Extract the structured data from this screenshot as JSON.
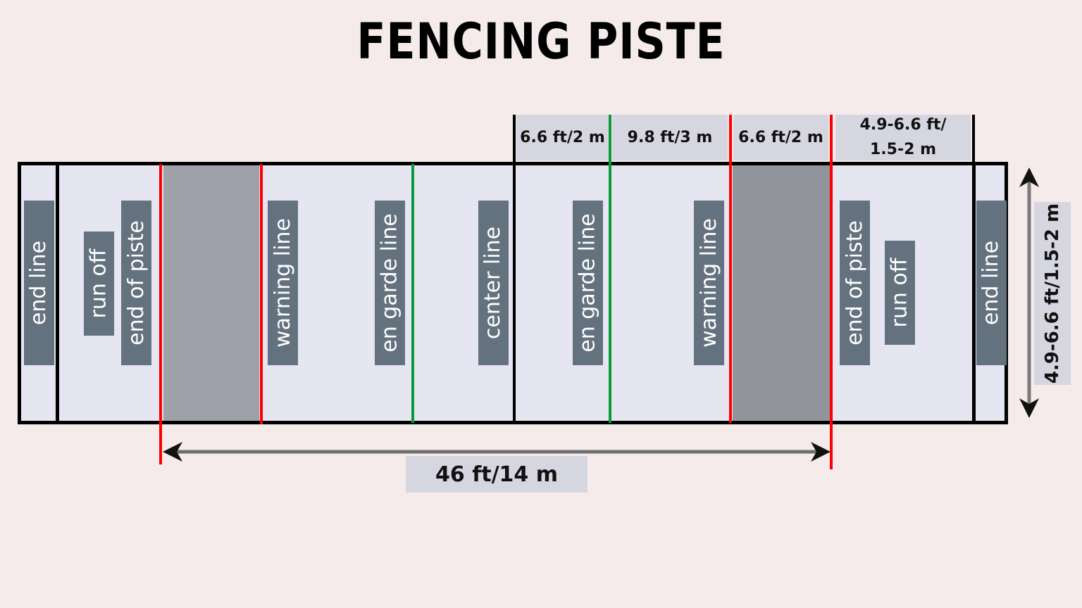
{
  "title": "FENCING PISTE",
  "colors": {
    "background": "#f5ebea",
    "piste_surface": "#e6e6f3",
    "warning_zone": "#9ea1a9",
    "label_box": "#64727f",
    "dimension_box": "#d6d6e1",
    "red_line": "#ff0000",
    "green_line": "#0a9a3a",
    "black_line": "#000000"
  },
  "piste": {
    "labels": [
      {
        "id": "end-line-left",
        "text": "end line"
      },
      {
        "id": "run-off-left",
        "text": "run off"
      },
      {
        "id": "end-of-piste-left",
        "text": "end of piste"
      },
      {
        "id": "warning-line-left",
        "text": "warning line"
      },
      {
        "id": "en-garde-line-left",
        "text": "en garde line"
      },
      {
        "id": "center-line",
        "text": "center line"
      },
      {
        "id": "en-garde-line-right",
        "text": "en garde line"
      },
      {
        "id": "warning-line-right",
        "text": "warning line"
      },
      {
        "id": "end-of-piste-right",
        "text": "end of piste"
      },
      {
        "id": "run-off-right",
        "text": "run off"
      },
      {
        "id": "end-line-right",
        "text": "end line"
      }
    ]
  },
  "dimensions": {
    "top": [
      {
        "text": "6.6 ft/2 m"
      },
      {
        "text": "9.8 ft/3 m"
      },
      {
        "text": "6.6 ft/2 m"
      },
      {
        "line1": "4.9-6.6 ft/",
        "line2": "1.5-2 m"
      }
    ],
    "length": "46 ft/14 m",
    "width": "4.9-6.6 ft/1.5-2 m"
  }
}
